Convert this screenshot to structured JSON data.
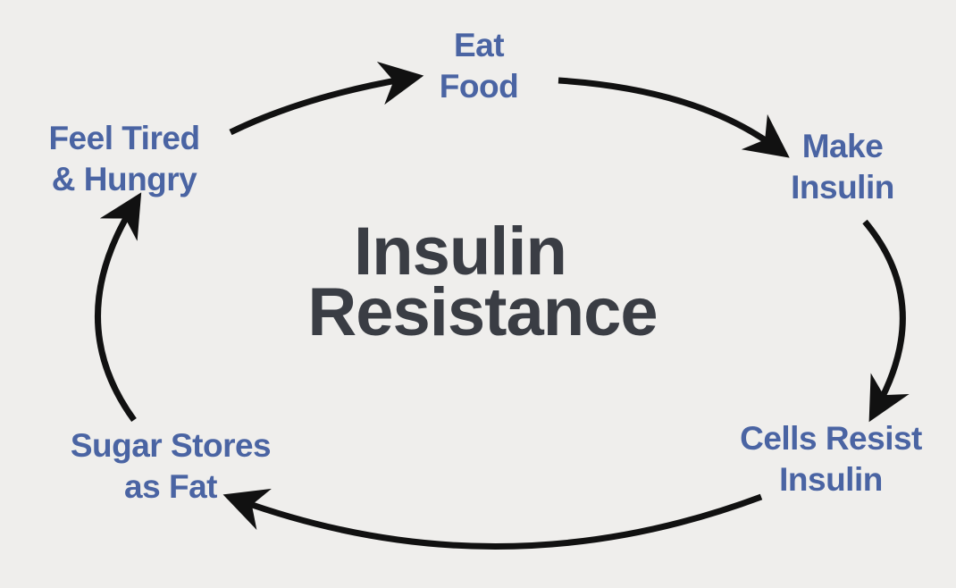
{
  "diagram": {
    "center_title": {
      "line1": "Insulin",
      "line2": "Resistance"
    },
    "steps": [
      {
        "line1": "Eat",
        "line2": "Food"
      },
      {
        "line1": "Make",
        "line2": "Insulin"
      },
      {
        "line1": "Cells Resist",
        "line2": "Insulin"
      },
      {
        "line1": "Sugar Stores",
        "line2": "as Fat"
      },
      {
        "line1": "Feel Tired",
        "line2": "& Hungry"
      }
    ],
    "colors": {
      "background": "#efeeec",
      "step_text": "#4a64a3",
      "title_text": "#3a3d44",
      "arrow": "#111111"
    }
  }
}
